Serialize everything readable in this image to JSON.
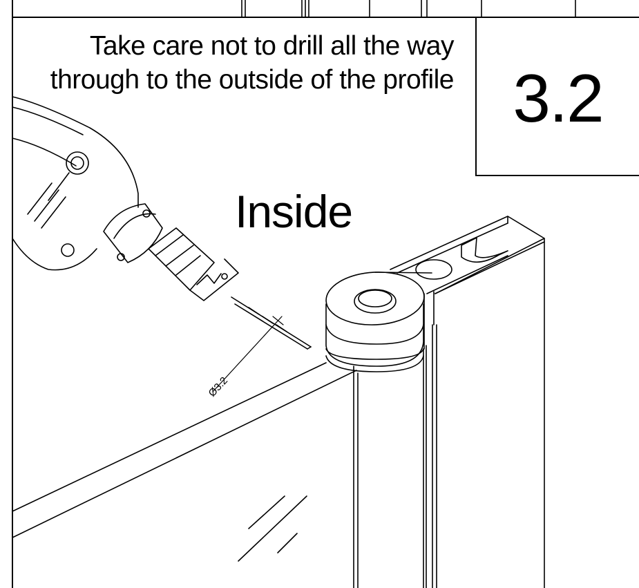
{
  "instruction": {
    "line1": "Take care not to drill all the way",
    "line2": "through to the outside of the profile"
  },
  "step": {
    "number": "3.2"
  },
  "label": {
    "side": "Inside"
  },
  "dimension": {
    "drill_diameter": "Ø3.2"
  },
  "icons": [
    "drill-icon",
    "hinge-profile-icon",
    "glass-panel-icon"
  ],
  "colors": {
    "line": "#000000",
    "background": "#ffffff"
  }
}
